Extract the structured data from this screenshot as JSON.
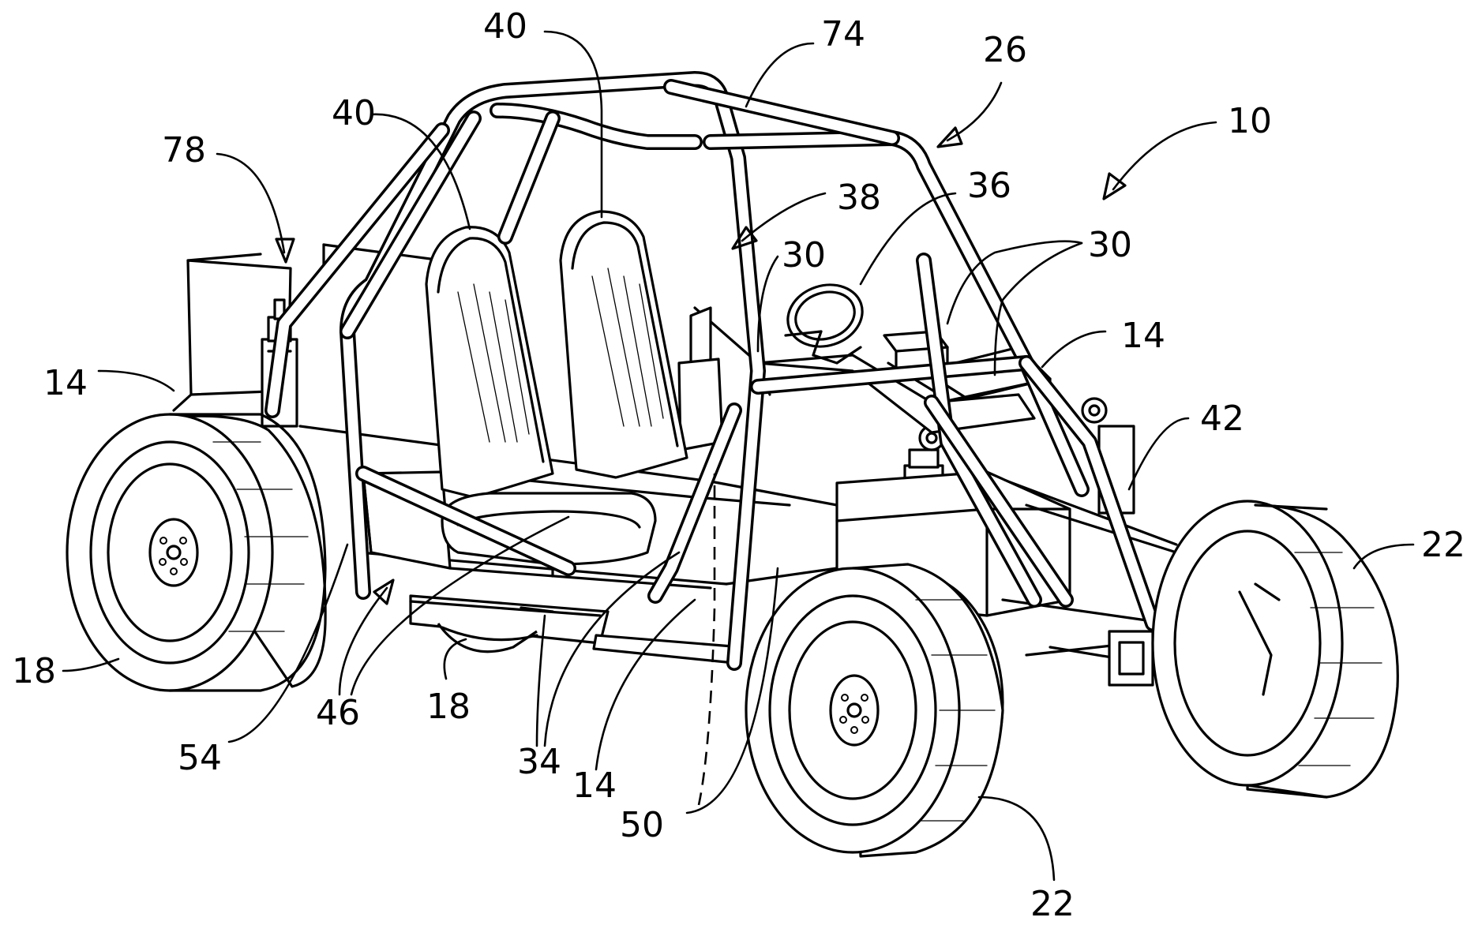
{
  "labels": {
    "l10": "10",
    "l14_left": "14",
    "l14_right": "14",
    "l14_bottom": "14",
    "l18_left": "18",
    "l18_bottom": "18",
    "l22_right": "22",
    "l22_bottom": "22",
    "l26": "26",
    "l30_center": "30",
    "l30_right": "30",
    "l34": "34",
    "l36": "36",
    "l38": "38",
    "l40_left": "40",
    "l40_top": "40",
    "l42": "42",
    "l46": "46",
    "l50": "50",
    "l54": "54",
    "l74": "74",
    "l78": "78"
  }
}
